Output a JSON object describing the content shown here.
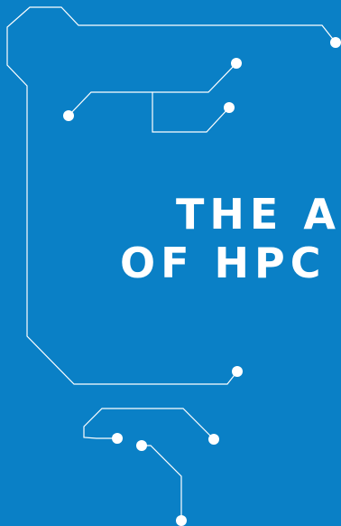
{
  "poster": {
    "headline_line_1": "THE A",
    "headline_line_2": "OF HPC"
  },
  "colors": {
    "background": "#0a80c6",
    "trace": "#ffffff",
    "text": "#ffffff"
  },
  "decoration": "circuit-trace"
}
